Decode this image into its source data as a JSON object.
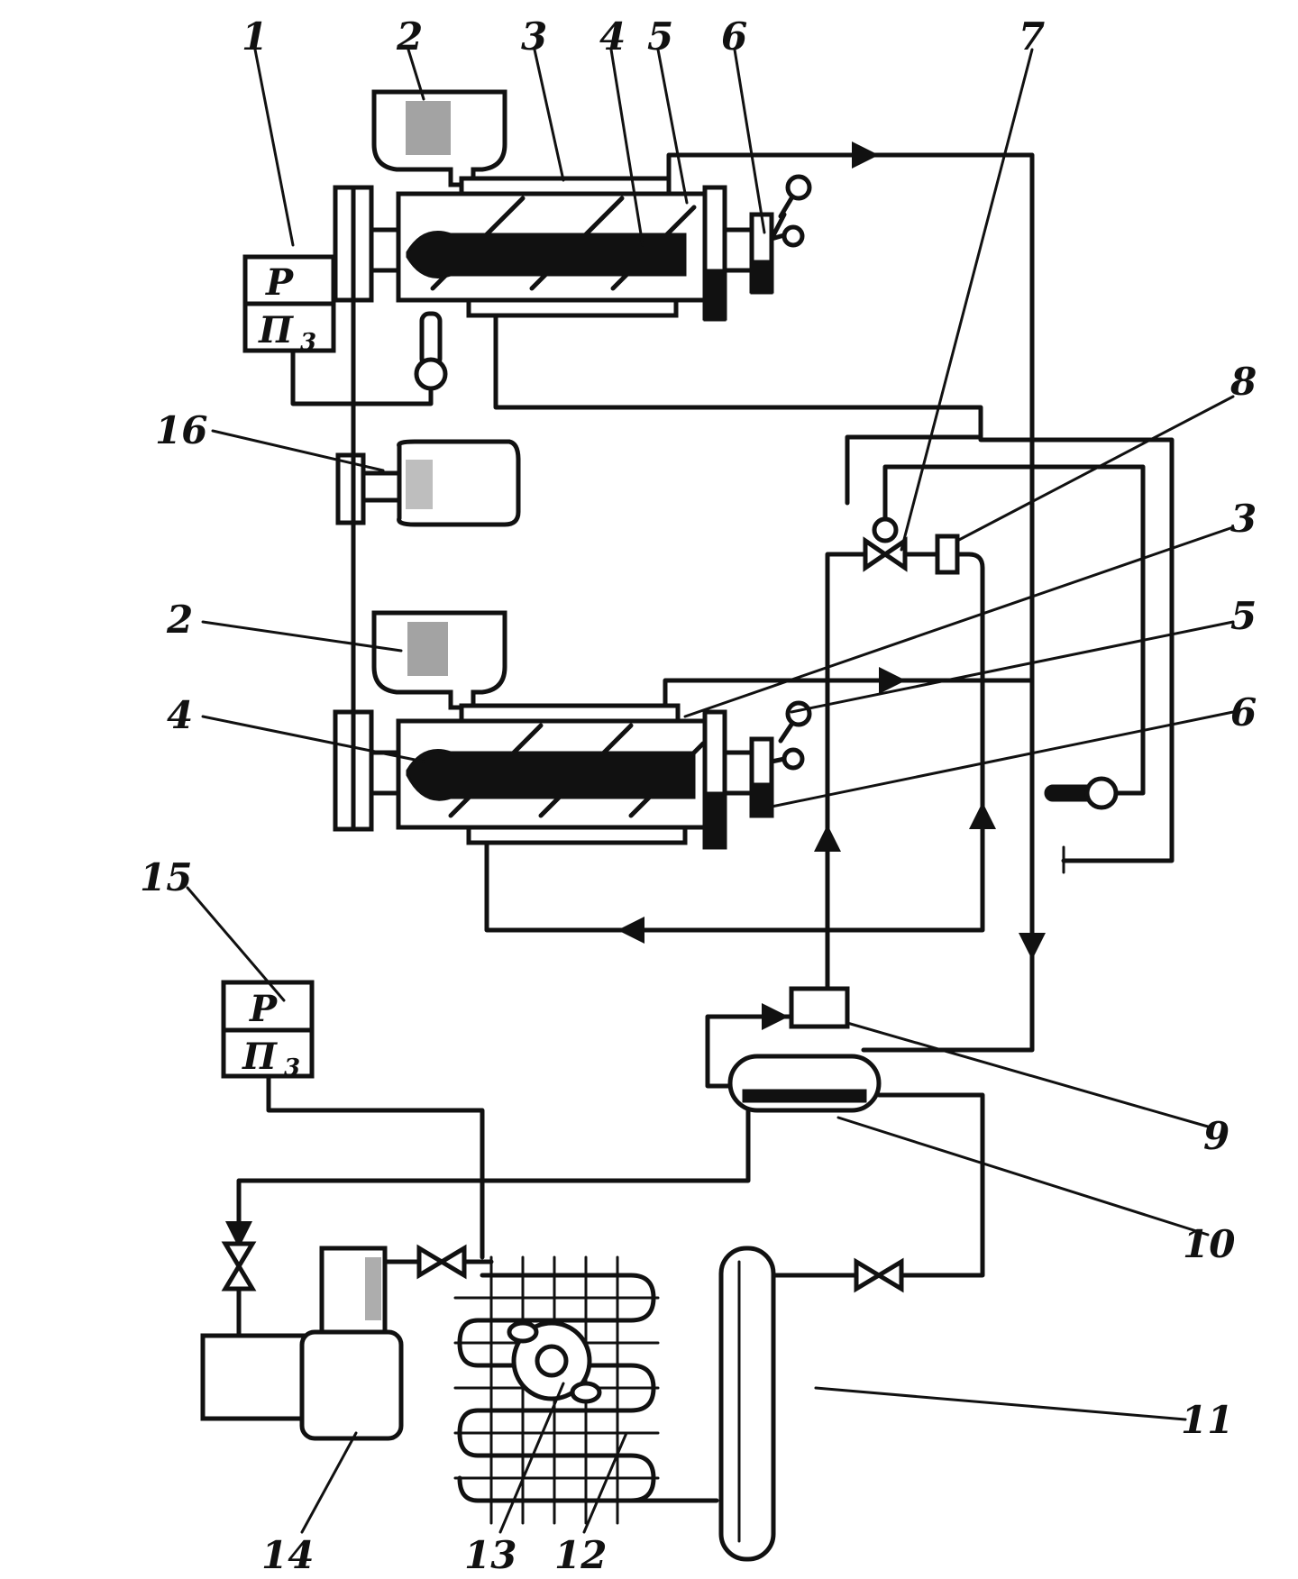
{
  "callouts": [
    {
      "id": "1",
      "label": "1"
    },
    {
      "id": "2a",
      "label": "2"
    },
    {
      "id": "3a",
      "label": "3"
    },
    {
      "id": "4a",
      "label": "4"
    },
    {
      "id": "5a",
      "label": "5"
    },
    {
      "id": "6a",
      "label": "6"
    },
    {
      "id": "7",
      "label": "7"
    },
    {
      "id": "8",
      "label": "8"
    },
    {
      "id": "16",
      "label": "16"
    },
    {
      "id": "3b",
      "label": "3"
    },
    {
      "id": "2b",
      "label": "2"
    },
    {
      "id": "5b",
      "label": "5"
    },
    {
      "id": "4b",
      "label": "4"
    },
    {
      "id": "6b",
      "label": "6"
    },
    {
      "id": "15",
      "label": "15"
    },
    {
      "id": "9",
      "label": "9"
    },
    {
      "id": "10",
      "label": "10"
    },
    {
      "id": "11",
      "label": "11"
    },
    {
      "id": "14",
      "label": "14"
    },
    {
      "id": "13",
      "label": "13"
    },
    {
      "id": "12",
      "label": "12"
    }
  ],
  "controllers": {
    "top": {
      "top_label": "P",
      "bottom_label": "П",
      "bottom_sub": "3"
    },
    "bottom": {
      "top_label": "P",
      "bottom_label": "П",
      "bottom_sub": "3"
    }
  }
}
